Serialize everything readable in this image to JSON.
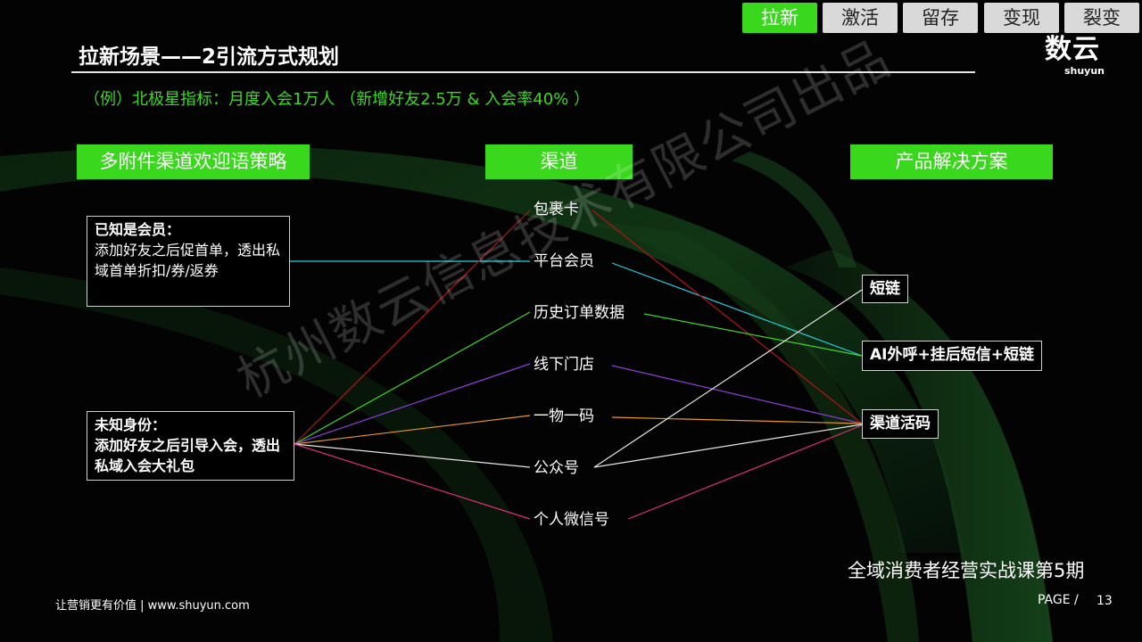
{
  "nav": {
    "tabs": [
      {
        "label": "拉新",
        "active": true
      },
      {
        "label": "激活",
        "active": false
      },
      {
        "label": "留存",
        "active": false
      },
      {
        "label": "变现",
        "active": false
      },
      {
        "label": "裂变",
        "active": false
      }
    ]
  },
  "header": {
    "title": "拉新场景——2引流方式规划",
    "logo_main": "数云",
    "logo_sub": "shuyun"
  },
  "subtitle": "（例）北极星指标：月度入会1万人  （新增好友2.5万 & 入会率40% ）",
  "columns": {
    "strategy": "多附件渠道欢迎语策略",
    "channel": "渠道",
    "solution": "产品解决方案"
  },
  "strategies": [
    {
      "id": "known",
      "title": "已知是会员：",
      "body": "添加好友之后促首单，透出私域首单折扣/券/返券"
    },
    {
      "id": "unknown",
      "title": "未知身份：",
      "body": "添加好友之后引导入会，透出私域入会大礼包"
    }
  ],
  "channels": [
    {
      "id": "ch-parcel",
      "label": "包裹卡"
    },
    {
      "id": "ch-platform",
      "label": "平台会员"
    },
    {
      "id": "ch-history",
      "label": "历史订单数据"
    },
    {
      "id": "ch-offline",
      "label": "线下门店"
    },
    {
      "id": "ch-product",
      "label": "一物一码"
    },
    {
      "id": "ch-official",
      "label": "公众号"
    },
    {
      "id": "ch-wechat",
      "label": "个人微信号"
    }
  ],
  "solutions": [
    {
      "id": "sol-shortlink",
      "label": "短链"
    },
    {
      "id": "sol-ai",
      "label": "AI外呼+挂后短信+短链"
    },
    {
      "id": "sol-livecode",
      "label": "渠道活码"
    }
  ],
  "connection_colors": {
    "parcel": "#b3141a",
    "platform": "#1fd3e0",
    "history": "#3fd624",
    "offline": "#8b3fd6",
    "product": "#e89a1a",
    "official": "#e6e6e6",
    "wechat": "#e0307a"
  },
  "watermark": "杭州数云信息技术有限公司出品",
  "footer": {
    "course": "全域消费者经营实战课第5期",
    "tagline": "让营销更有价值 | www.shuyun.com",
    "page_label": "PAGE /",
    "page_number": "13"
  }
}
